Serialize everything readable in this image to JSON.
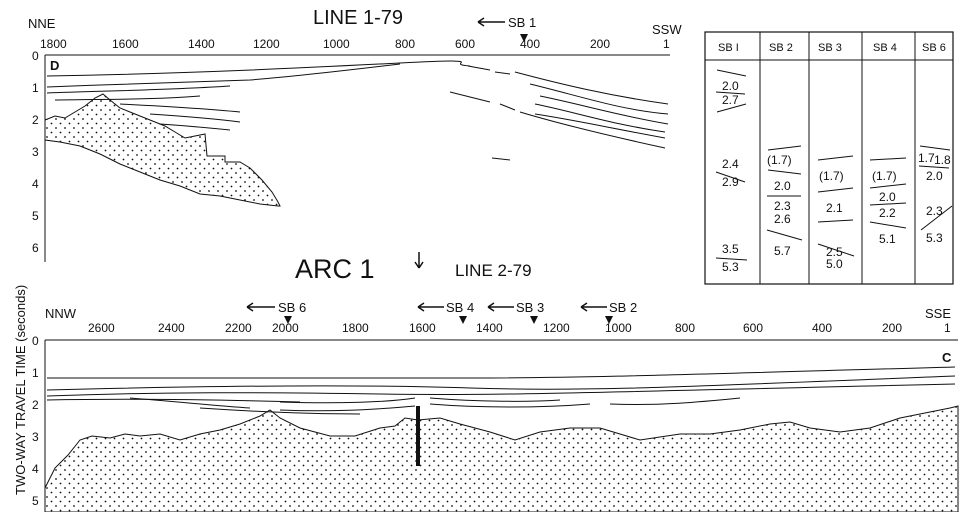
{
  "upper_panel": {
    "title": "LINE 1-79",
    "left_direction": "NNE",
    "right_direction": "SSW",
    "panel_letter": "D",
    "sb_marker": "SB 1",
    "x_ticks": [
      "1800",
      "1600",
      "1400",
      "1200",
      "1000",
      "800",
      "600",
      "400",
      "200",
      "1"
    ],
    "y_ticks": [
      "0",
      "1",
      "2",
      "3",
      "4",
      "5",
      "6"
    ]
  },
  "y_axis_label": "TWO-WAY TRAVEL TIME (seconds)",
  "arc_label": "ARC 1",
  "lower_panel": {
    "title": "LINE 2-79",
    "left_direction": "NNW",
    "right_direction": "SSE",
    "panel_letter": "C",
    "sb_markers": [
      "SB 6",
      "SB 4",
      "SB 3",
      "SB 2"
    ],
    "x_ticks": [
      "2600",
      "2400",
      "2200",
      "2000",
      "1800",
      "1600",
      "1400",
      "1200",
      "1000",
      "800",
      "600",
      "400",
      "200",
      "1"
    ],
    "y_ticks": [
      "0",
      "1",
      "2",
      "3",
      "4",
      "5"
    ]
  },
  "velocity_table": {
    "headers": [
      "SB I",
      "SB 2",
      "SB 3",
      "SB 4",
      "SB 6"
    ],
    "columns": [
      [
        "2.0",
        "2.7",
        "2.4",
        "2.9",
        "3.5",
        "5.3"
      ],
      [
        "(1.7)",
        "2.0",
        "2.3",
        "2.6",
        "5.7"
      ],
      [
        "(1.7)",
        "2.1",
        "2.5",
        "5.0"
      ],
      [
        "(1.7)",
        "2.0",
        "2.2",
        "5.1"
      ],
      [
        "1.7",
        "1.8",
        "2.0",
        "2.3",
        "5.3"
      ]
    ]
  }
}
